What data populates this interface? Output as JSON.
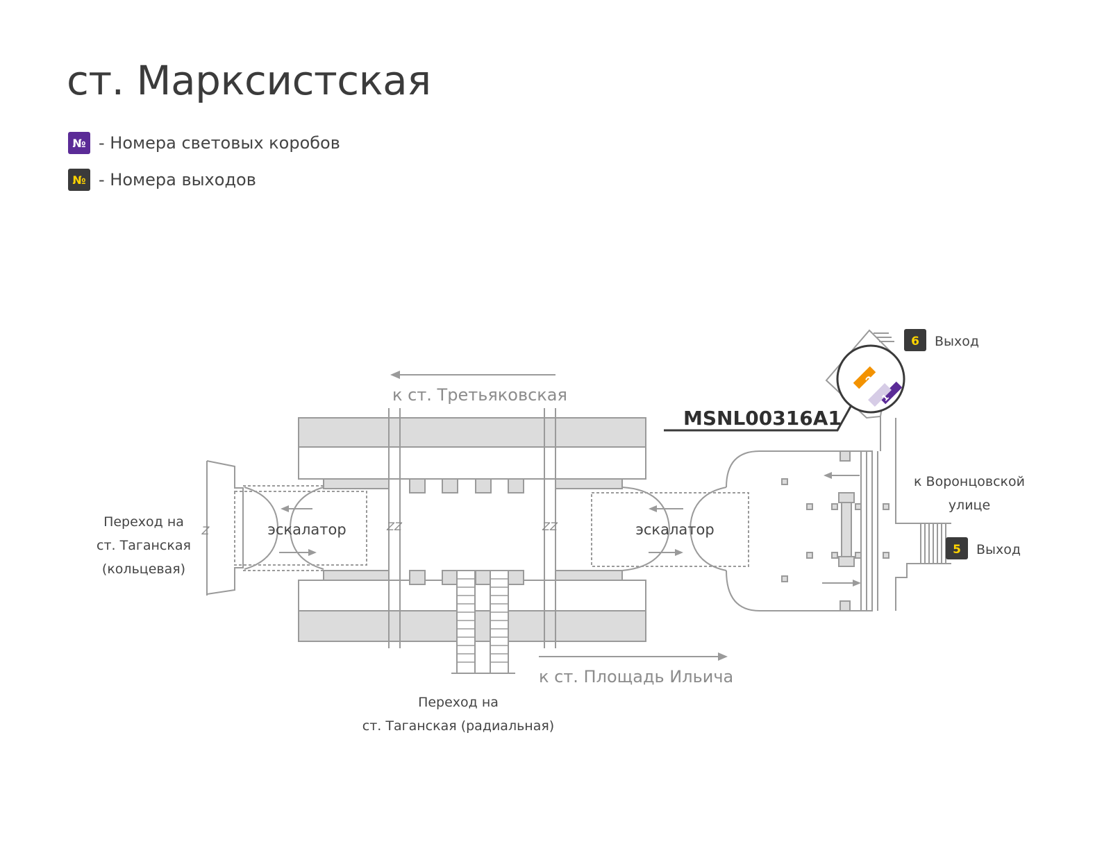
{
  "station": {
    "title": "ст. Марксистская"
  },
  "legend": {
    "lightbox": {
      "symbol": "№",
      "text": "- Номера световых коробов",
      "color": "#5b2b97"
    },
    "exit": {
      "symbol": "№",
      "text": "- Номера выходов",
      "color": "#3a3a3a"
    }
  },
  "map": {
    "escalator_left": "эскалатор",
    "escalator_right": "эскалатор",
    "transfer_ring": [
      "Переход на",
      "ст. Таганская",
      "(кольцевая)"
    ],
    "transfer_radial": [
      "Переход на",
      "ст. Таганская (радиальная)"
    ],
    "direction_north": "к ст. Третьяковская",
    "direction_south": "к ст. Площадь Ильича",
    "to_street": [
      "к Воронцовской",
      "улице"
    ],
    "exit_6": {
      "number": "6",
      "label": "Выход"
    },
    "exit_5": {
      "number": "5",
      "label": "Выход"
    },
    "ad_code": "MSNL00316A1",
    "lightbox_2": "2",
    "lightbox_1": "1",
    "z_mark": "Z",
    "zz_mark": "ZZ"
  },
  "colors": {
    "accent_orange": "#f39200",
    "accent_purple": "#5b2b97",
    "lightbox_inactive": "#d6cce6",
    "wall": "#9a9a9a",
    "block_fill": "#dcdcdc",
    "exit_badge": "#3a3a3a",
    "exit_number": "#ffd400"
  }
}
